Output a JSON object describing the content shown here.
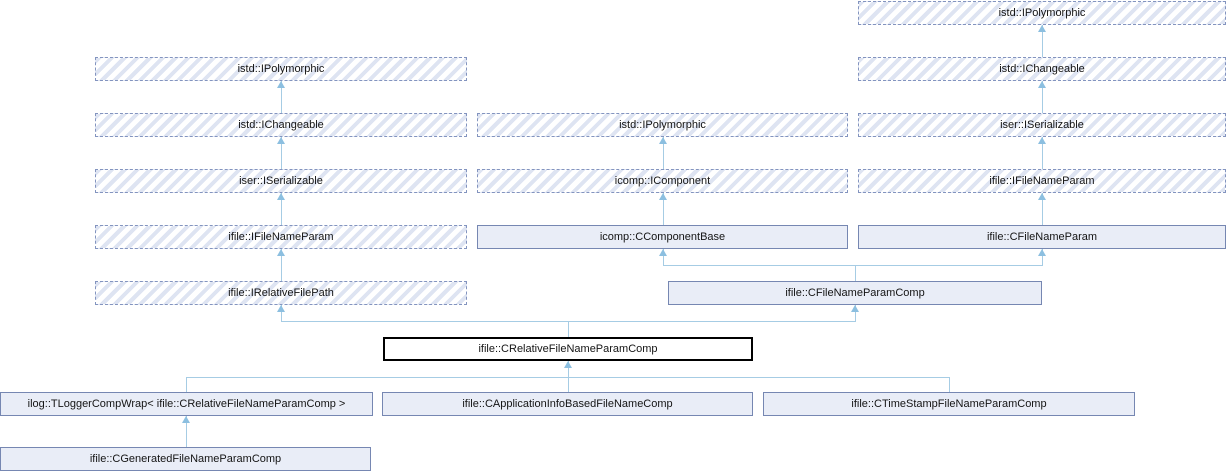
{
  "diagram": {
    "kind": "class-inheritance-graph",
    "focus_class": "ifile::CRelativeFileNameParamComp",
    "colors": {
      "background": "#ffffff",
      "solid_node_fill": "#e9edf7",
      "solid_node_border": "#7687b2",
      "hatched_node_stripe": "#dee4f2",
      "hatched_node_border": "#8394bf",
      "focus_node_fill": "#ffffff",
      "focus_node_border": "#000000",
      "edge_line": "#a6cce4",
      "arrowhead": "#8cbfe0",
      "text": "#141414"
    },
    "nodes": [
      {
        "id": "ipoly-a",
        "label": "istd::IPolymorphic",
        "box_style": "dashed-hatched"
      },
      {
        "id": "ichange-a",
        "label": "istd::IChangeable",
        "box_style": "dashed-hatched"
      },
      {
        "id": "iser-a",
        "label": "iser::ISerializable",
        "box_style": "dashed-hatched"
      },
      {
        "id": "ifnp-a",
        "label": "ifile::IFileNameParam",
        "box_style": "dashed-hatched"
      },
      {
        "id": "irfp",
        "label": "ifile::IRelativeFilePath",
        "box_style": "dashed-hatched"
      },
      {
        "id": "ipoly-b",
        "label": "istd::IPolymorphic",
        "box_style": "dashed-hatched"
      },
      {
        "id": "icomp",
        "label": "icomp::IComponent",
        "box_style": "dashed-hatched"
      },
      {
        "id": "ccompbase",
        "label": "icomp::CComponentBase",
        "box_style": "solid"
      },
      {
        "id": "cfnpcomp",
        "label": "ifile::CFileNameParamComp",
        "box_style": "solid"
      },
      {
        "id": "ipoly-c",
        "label": "istd::IPolymorphic",
        "box_style": "dashed-hatched"
      },
      {
        "id": "ichange-c",
        "label": "istd::IChangeable",
        "box_style": "dashed-hatched"
      },
      {
        "id": "iser-c",
        "label": "iser::ISerializable",
        "box_style": "dashed-hatched"
      },
      {
        "id": "ifnp-c",
        "label": "ifile::IFileNameParam",
        "box_style": "dashed-hatched"
      },
      {
        "id": "cfnp",
        "label": "ifile::CFileNameParam",
        "box_style": "solid"
      },
      {
        "id": "crelfnpcomp",
        "label": "ifile::CRelativeFileNameParamComp",
        "box_style": "focus"
      },
      {
        "id": "tloggerwrap",
        "label": "ilog::TLoggerCompWrap< ifile::CRelativeFileNameParamComp >",
        "box_style": "solid"
      },
      {
        "id": "cappinfo",
        "label": "ifile::CApplicationInfoBasedFileNameComp",
        "box_style": "solid"
      },
      {
        "id": "ctimestamp",
        "label": "ifile::CTimeStampFileNameParamComp",
        "box_style": "solid"
      },
      {
        "id": "cgenerated",
        "label": "ifile::CGeneratedFileNameParamComp",
        "box_style": "solid"
      }
    ],
    "edges_derived_to_base": [
      {
        "from": "ichange-a",
        "to": "ipoly-a"
      },
      {
        "from": "iser-a",
        "to": "ichange-a"
      },
      {
        "from": "ifnp-a",
        "to": "iser-a"
      },
      {
        "from": "irfp",
        "to": "ifnp-a"
      },
      {
        "from": "icomp",
        "to": "ipoly-b"
      },
      {
        "from": "ccompbase",
        "to": "icomp"
      },
      {
        "from": "ichange-c",
        "to": "ipoly-c"
      },
      {
        "from": "iser-c",
        "to": "ichange-c"
      },
      {
        "from": "ifnp-c",
        "to": "iser-c"
      },
      {
        "from": "cfnp",
        "to": "ifnp-c"
      },
      {
        "from": "cfnpcomp",
        "to": "ccompbase"
      },
      {
        "from": "cfnpcomp",
        "to": "cfnp"
      },
      {
        "from": "crelfnpcomp",
        "to": "irfp"
      },
      {
        "from": "crelfnpcomp",
        "to": "cfnpcomp"
      },
      {
        "from": "tloggerwrap",
        "to": "crelfnpcomp"
      },
      {
        "from": "cappinfo",
        "to": "crelfnpcomp"
      },
      {
        "from": "ctimestamp",
        "to": "crelfnpcomp"
      },
      {
        "from": "cgenerated",
        "to": "tloggerwrap"
      }
    ]
  }
}
